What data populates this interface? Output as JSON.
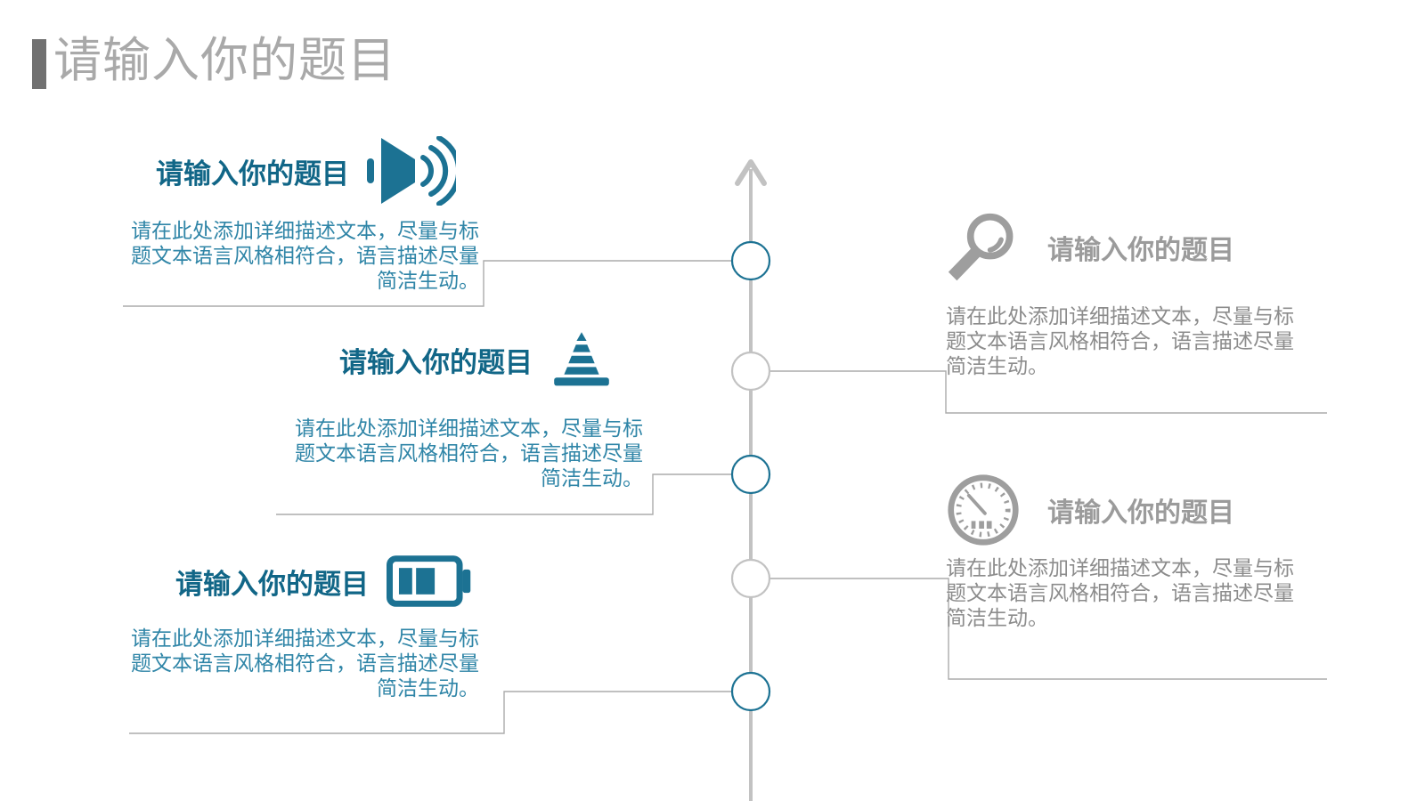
{
  "page": {
    "title": "请输入你的题目"
  },
  "colors": {
    "teal": "#1C7293",
    "tealdark": "#116687",
    "tealtext": "#2F85A7",
    "grayicon": "#9E9E9E",
    "graytitle": "#9B9B9B",
    "graytext": "#8C8C8C",
    "headgray": "#A9A9A9",
    "headbar": "#717171",
    "axis": "#C2C2C2",
    "connector": "#ABABAB"
  },
  "items": {
    "left": [
      {
        "title": "请输入你的题目",
        "icon": "speaker-icon",
        "description": "请在此处添加详细描述文本，尽量与标题文本语言风格相符合，语言描述尽量简洁生动。"
      },
      {
        "title": "请输入你的题目",
        "icon": "traffic-cone-icon",
        "description": "请在此处添加详细描述文本，尽量与标题文本语言风格相符合，语言描述尽量简洁生动。"
      },
      {
        "title": "请输入你的题目",
        "icon": "battery-icon",
        "description": "请在此处添加详细描述文本，尽量与标题文本语言风格相符合，语言描述尽量简洁生动。"
      }
    ],
    "right": [
      {
        "title": "请输入你的题目",
        "icon": "magnifier-icon",
        "description": "请在此处添加详细描述文本，尽量与标题文本语言风格相符合，语言描述尽量简洁生动。"
      },
      {
        "title": "请输入你的题目",
        "icon": "gauge-icon",
        "description": "请在此处添加详细描述文本，尽量与标题文本语言风格相符合，语言描述尽量简洁生动。"
      }
    ]
  }
}
